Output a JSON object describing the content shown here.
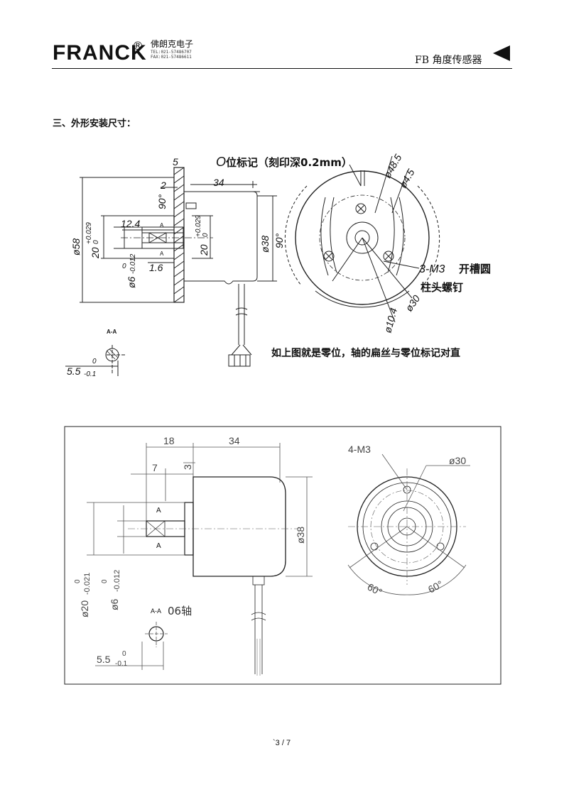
{
  "header": {
    "logo": "FRANCK",
    "logo_mark": "®",
    "company": "佛朗克电子",
    "tel": "TEL:021-57486707",
    "fax": "FAX:021-57486611",
    "title": "FB 角度传感器"
  },
  "section_heading": "三、外形安装尺寸：",
  "drawing1": {
    "d5": "5",
    "d2": "2",
    "d90a": "90°",
    "d34": "34",
    "d58": "ø58",
    "d20a": "20",
    "d20a_tol": "+0.029",
    "d20a_tol2": "0",
    "d12_4": "12.4",
    "dA1": "A",
    "dA2": "A",
    "d20b": "20",
    "d20b_tol": "+0.029",
    "d20b_tol2": "0",
    "d6_zero": "0",
    "d6": "ø6",
    "d6_tol": "-0.012",
    "d1_6": "1.6",
    "d38": "ø38",
    "d90b": "90°",
    "zero_mark_o": "O",
    "zero_mark": "位标记（刻印深0.2mm）",
    "d48_5": "ø48.5",
    "d4_5": "ø4.5",
    "screw_a": "3-M3",
    "screw_b": "开槽圆",
    "screw_c": "柱头螺钉",
    "d30": "ø30",
    "d10_4": "ø10.4",
    "section_label": "A-A",
    "shaft_zero": "0",
    "shaft_dim": "5.5",
    "shaft_tol": "-0.1",
    "note": "如上图就是零位，轴的扁丝与零位标记对直"
  },
  "drawing2": {
    "d18": "18",
    "d34": "34",
    "d7": "7",
    "d3": "3",
    "dA1": "A",
    "dA2": "A",
    "d38": "ø38",
    "d20_zero": "0",
    "d20": "ø20",
    "d20_tol": "-0.021",
    "d6_zero": "0",
    "d6": "ø6",
    "d6_tol": "-0.012",
    "section_label": "A-A",
    "shaft_name": "06轴",
    "shaft_zero": "0",
    "shaft_dim": "5.5",
    "shaft_tol": "-0.1",
    "screw": "4-M3",
    "d30": "ø30",
    "angle_a": "60°",
    "angle_b": "60°"
  },
  "footer": {
    "page": "`3 / 7"
  }
}
